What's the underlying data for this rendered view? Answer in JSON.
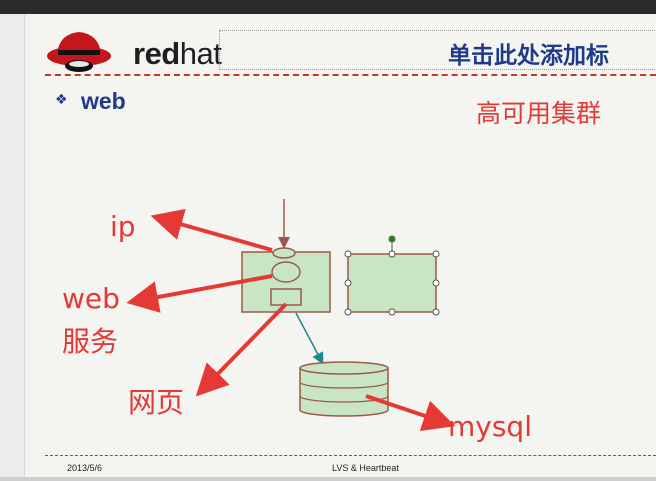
{
  "slide": {
    "logo_text_bold": "red",
    "logo_text_thin": "hat",
    "logo_sub": "",
    "title": "单击此处添加标",
    "bullet_symbol": "❖",
    "bullet_text": "web",
    "side_note": "高可用集群",
    "footer_date": "2013/5/6",
    "footer_center": "LVS & Heartbeat"
  },
  "annotations": {
    "ip": "ip",
    "web": "web",
    "service": "服务",
    "webpage": "网页",
    "mysql": "mysql"
  },
  "colors": {
    "annotation_red": "#e53935",
    "title_blue": "#1f3a8c",
    "box_fill": "#c8e6c4",
    "box_stroke": "#a0574b",
    "handle_green": "#2e7d32",
    "arrow_teal": "#1b8a8a"
  }
}
